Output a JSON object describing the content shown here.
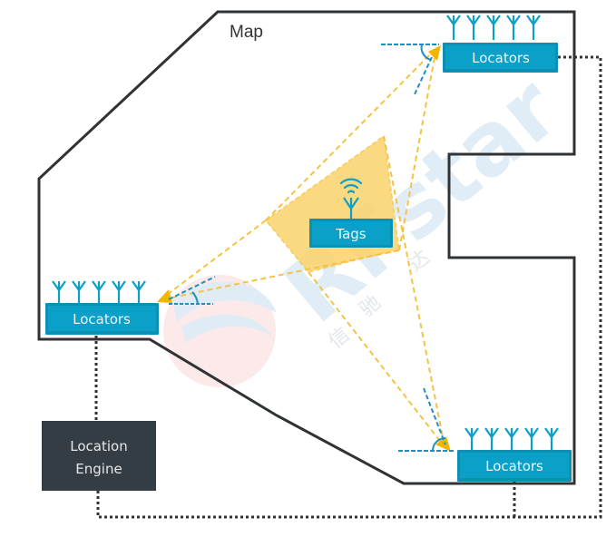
{
  "diagram": {
    "map_label": "Map",
    "tag": {
      "label": "Tags",
      "icon": "wireless-signal-antenna-icon"
    },
    "locators": [
      {
        "id": "top-right",
        "label": "Locators",
        "antenna_count": 5
      },
      {
        "id": "left",
        "label": "Locators",
        "antenna_count": 5
      },
      {
        "id": "bottom-right",
        "label": "Locators",
        "antenna_count": 5
      }
    ],
    "engine": {
      "line1": "Location",
      "line2": "Engine"
    },
    "watermark": {
      "latin": "RFstar",
      "cjk": [
        "信",
        "驰",
        "达"
      ]
    },
    "colors": {
      "locator_fill": "#0aa0c8",
      "locator_inner": "#0e8fb4",
      "engine_fill": "#353d44",
      "map_outline": "#2f3336",
      "signal_yellow": "#f5c244",
      "tag_region": "#fbd36b",
      "angle_blue": "#1e8fc0",
      "connector": "#333333"
    }
  }
}
